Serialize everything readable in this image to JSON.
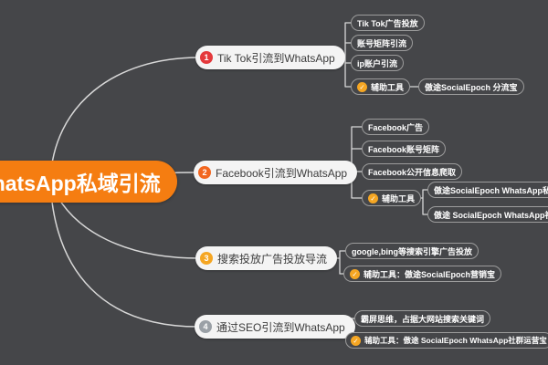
{
  "canvas": {
    "background": "#454649",
    "line_color": "#d8d8d8"
  },
  "icons": {
    "check": "✓"
  },
  "central_topic": {
    "label": "WhatsApp私域引流",
    "color": "#f57d11"
  },
  "branches": [
    {
      "number": "1",
      "badge_color": "#e4393c",
      "label": "Tik Tok引流到WhatsApp",
      "children": [
        {
          "label": "Tik Tok广告投放"
        },
        {
          "label": "账号矩阵引流"
        },
        {
          "label": "ip账户引流"
        },
        {
          "label": "辅助工具",
          "has_check": true,
          "children": [
            {
              "label": "傲途SocialEpoch 分流宝"
            }
          ]
        }
      ]
    },
    {
      "number": "2",
      "badge_color": "#f2661f",
      "label": "Facebook引流到WhatsApp",
      "children": [
        {
          "label": "Facebook广告"
        },
        {
          "label": "Facebook账号矩阵"
        },
        {
          "label": "Facebook公开信息爬取"
        },
        {
          "label": "辅助工具",
          "has_check": true,
          "children": [
            {
              "label": "傲途SocialEpoch WhatsApp私域流量"
            },
            {
              "label": "傲途 SocialEpoch WhatsApp社群运营"
            }
          ]
        }
      ]
    },
    {
      "number": "3",
      "badge_color": "#f5a623",
      "label": "搜索投放广告投放导流",
      "children": [
        {
          "label": "google,bing等搜索引擎广告投放"
        },
        {
          "label": "辅助工具：傲途SocialEpoch营销宝",
          "has_check": true
        }
      ]
    },
    {
      "number": "4",
      "badge_color": "#9aa0a6",
      "label": "通过SEO引流到WhatsApp",
      "children": [
        {
          "label": "霸屏思维，占据大网站搜索关键词"
        },
        {
          "label": "辅助工具：傲途 SocialEpoch WhatsApp社群运营宝",
          "has_check": true
        }
      ]
    }
  ]
}
